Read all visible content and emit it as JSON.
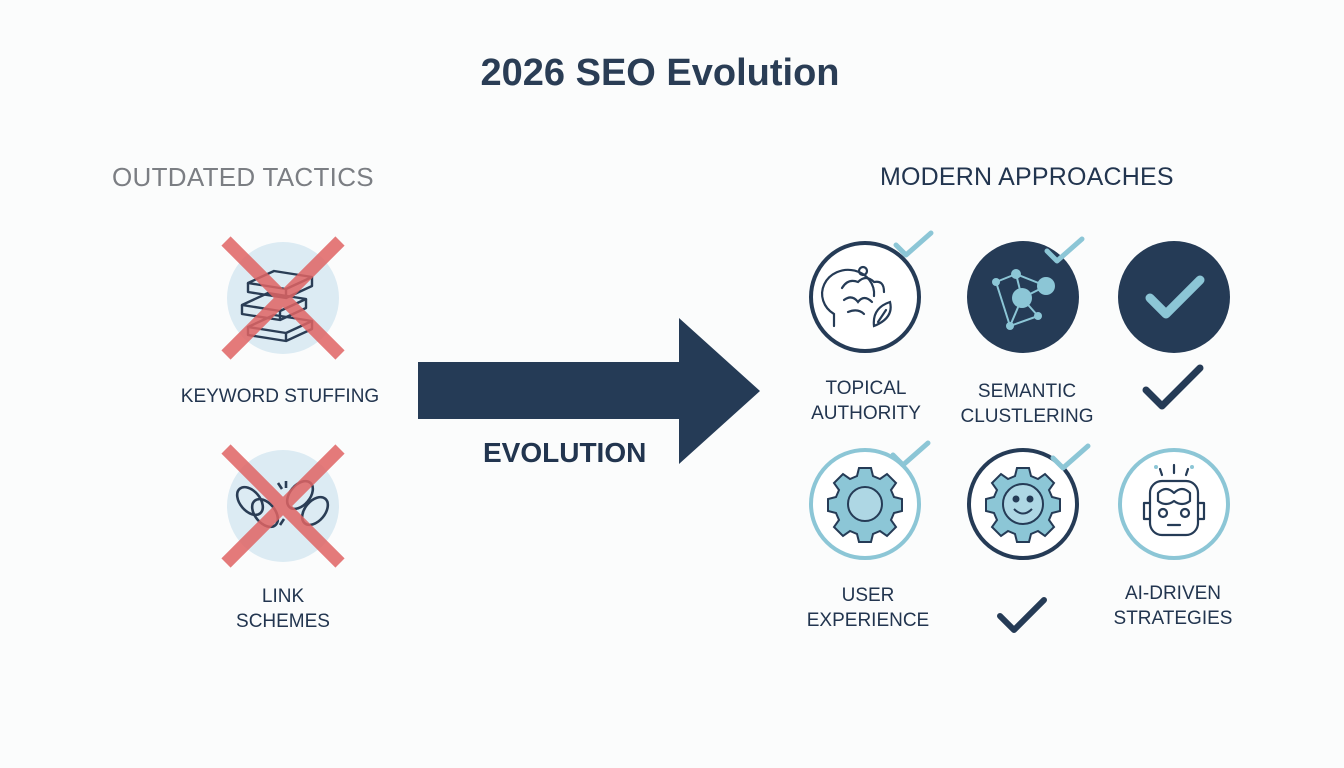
{
  "title": "2026 SEO Evolution",
  "outdated": {
    "heading": "OUTDATED TACTICS",
    "items": [
      {
        "label": "KEYWORD STUFFING",
        "icon": "stacked-blocks-icon"
      },
      {
        "label_lines": [
          "LINK",
          "SCHEMES"
        ],
        "icon": "broken-chain-icon"
      }
    ],
    "cross_color": "#e06464"
  },
  "arrow": {
    "label": "EVOLUTION",
    "color": "#253b56"
  },
  "modern": {
    "heading": "MODERN APPROACHES",
    "items": [
      {
        "label_lines": [
          "TOPICAL",
          "AUTHORITY"
        ],
        "icon": "brain-leaf-icon"
      },
      {
        "label_lines": [
          "SEMANTIC",
          "CLUSTLERING"
        ],
        "icon": "network-nodes-icon"
      },
      {
        "icon": "checkmark-icon"
      },
      {
        "label_lines": [
          "USER",
          "EXPERIENCE"
        ],
        "icon": "gear-icon"
      },
      {
        "icon": "smiley-gear-icon"
      },
      {
        "label_lines": [
          "AI-DRIVEN",
          "STRATEGIES"
        ],
        "icon": "robot-brain-icon"
      }
    ]
  },
  "colors": {
    "navy": "#253b56",
    "light_blue": "#8cc6d6",
    "pale_blue": "#dcebf3",
    "grey_text": "#7b7e83"
  }
}
